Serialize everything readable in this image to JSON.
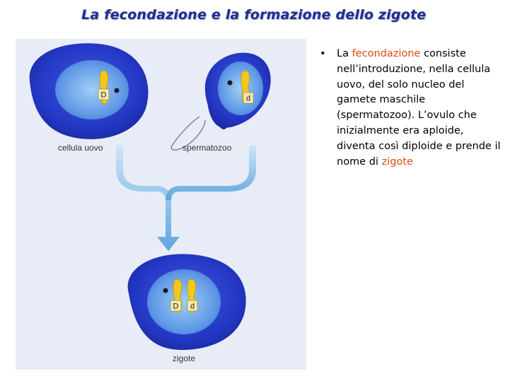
{
  "slide": {
    "title": "La fecondazione e la formazione dello zigote"
  },
  "figure": {
    "label_egg": "cellula uovo",
    "label_sperm": "spermatozoo",
    "label_zygote": "zigote",
    "gene_egg": "D",
    "gene_sperm": "d",
    "gene_zygote_left": "D",
    "gene_zygote_right": "d"
  },
  "bullet": {
    "marker": "•",
    "part1": "La ",
    "term1": "fecondazione",
    "part2": " consiste nell’introduzione, nella cellula uovo, del solo nucleo del gamete maschile (spermatozoo). L’ovulo che inizialmente era aploide, diventa così diploide e prende il nome di ",
    "term2": "zigote"
  },
  "colors": {
    "title": "#1f2f8f",
    "highlight": "#e04a12",
    "cell_blue": "#2a3fc9",
    "nucleus_blue": "#5a8ee0",
    "arrow_blue": "#6aaee0",
    "chromosome_yellow": "#f2c81e"
  }
}
